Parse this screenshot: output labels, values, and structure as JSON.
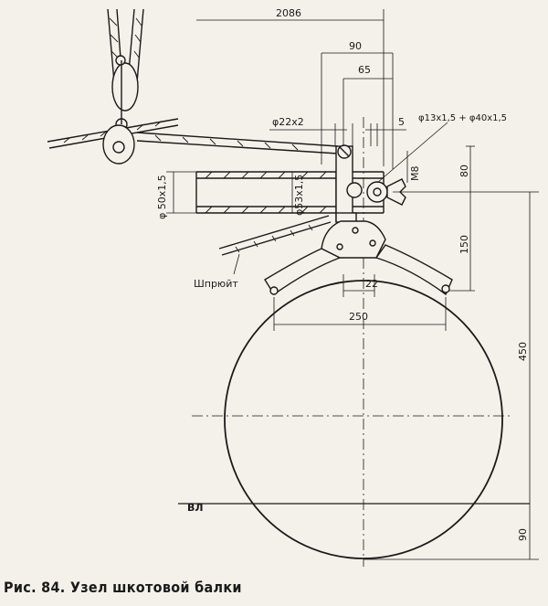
{
  "caption": "Рис. 84. Узел шкотовой балки",
  "dimensions": {
    "d2086": "2086",
    "d90_top": "90",
    "d65": "65",
    "d22x2": "φ22x2",
    "d5": "5",
    "d13_40": "φ13x1,5 + φ40x1,5",
    "d50x15": "φ 50x1,5",
    "d53x15": "φ53x1,5",
    "dM8": "M8",
    "d80": "80",
    "d150": "150",
    "d22": "22",
    "d250": "250",
    "d450": "450",
    "d90_bottom": "90"
  },
  "labels": {
    "sprit": "Шпрюйт",
    "waterline": "ВЛ"
  }
}
